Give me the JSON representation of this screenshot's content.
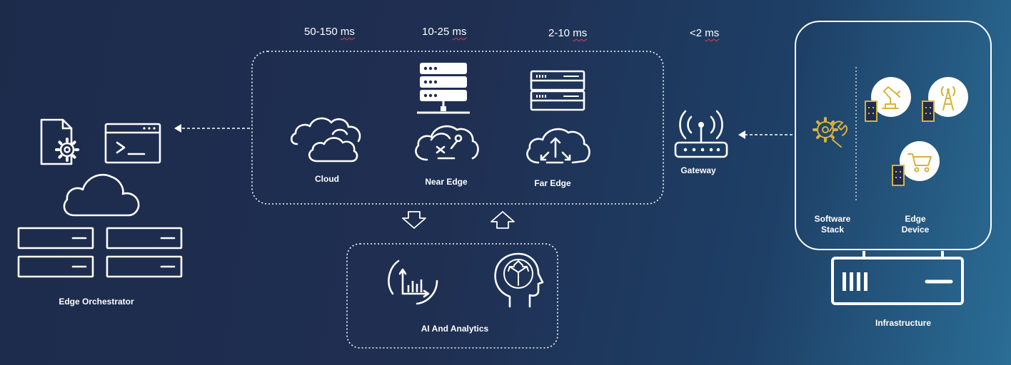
{
  "latency": {
    "cloud": "50-150",
    "near_edge": "10-25",
    "far_edge": "2-10",
    "gateway": "<2",
    "unit": "ms"
  },
  "labels": {
    "edge_orchestrator": "Edge Orchestrator",
    "cloud": "Cloud",
    "near_edge": "Near Edge",
    "far_edge": "Far Edge",
    "gateway": "Gateway",
    "software_stack_line1": "Software",
    "software_stack_line2": "Stack",
    "edge_device_line1": "Edge",
    "edge_device_line2": "Device",
    "ai_analytics": "AI And Analytics",
    "infrastructure": "Infrastructure"
  },
  "colors": {
    "background_left": "#1d2b4b",
    "background_right": "#2a6d95",
    "icon_stroke": "#ffffff",
    "accent_gold": "#d7b23c"
  },
  "icons": {
    "orchestrator": [
      "settings-document-icon",
      "terminal-window-icon",
      "cloud-icon",
      "server-rack-icon"
    ],
    "edge_tiers": [
      "cloud-icon",
      "server-stack-icon",
      "cloud-network-icon",
      "server-icon",
      "cloud-expand-icon"
    ],
    "gateway": "wifi-router-icon",
    "analytics": [
      "analytics-chart-icon",
      "head-decision-icon"
    ],
    "edge_devices": [
      "robot-arm-icon",
      "cell-tower-icon",
      "shopping-cart-icon",
      "building-icon"
    ],
    "software_stack": "gear-wrench-icon",
    "infrastructure": "server-chassis-icon"
  }
}
